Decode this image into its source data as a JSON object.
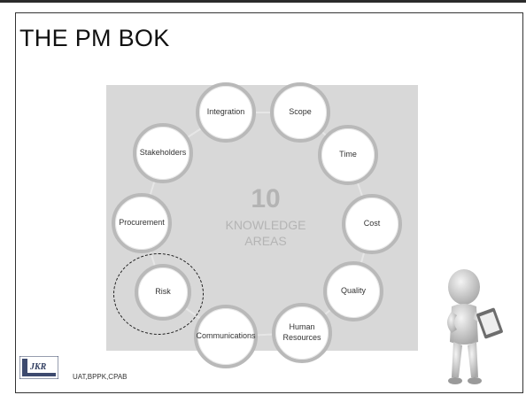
{
  "slide": {
    "title": "THE PM BOK",
    "footer_text": "UAT,BPPK,CPAB",
    "logo_text": "JKR"
  },
  "diagram": {
    "center_number": "10",
    "center_label": "KNOWLEDGE\nAREAS",
    "highlighted_area": "Risk",
    "areas": [
      {
        "label": "Integration"
      },
      {
        "label": "Scope"
      },
      {
        "label": "Time"
      },
      {
        "label": "Cost"
      },
      {
        "label": "Quality"
      },
      {
        "label": "Human\nResources"
      },
      {
        "label": "Communications"
      },
      {
        "label": "Risk"
      },
      {
        "label": "Procurement"
      },
      {
        "label": "Stakeholders"
      }
    ]
  },
  "colors": {
    "panel_background": "#d8d8d8",
    "node_border": "#b9b9b9",
    "center_text": "#b4b4b4",
    "highlight_ring": "#1a1a1a"
  }
}
